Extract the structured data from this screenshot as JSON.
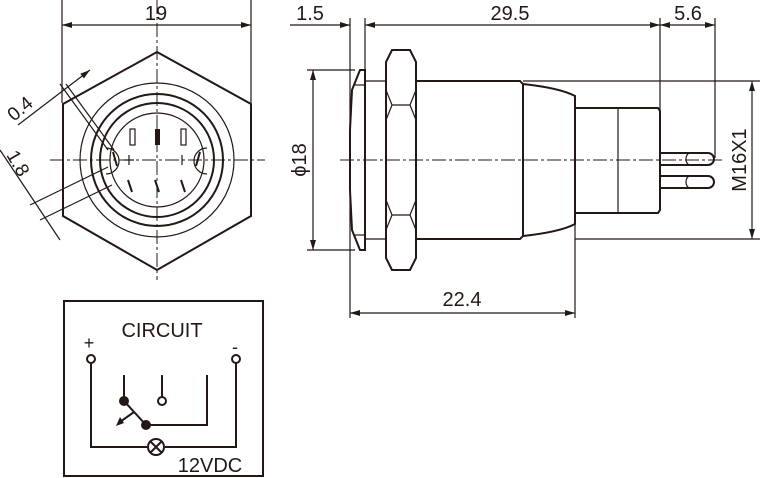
{
  "dimensions": {
    "front_width": "19",
    "flange_thickness": "1.5",
    "body_length": "29.5",
    "pin_length": "5.6",
    "pin_gap": "0.4",
    "ring_width": "1.8",
    "diameter": "ϕ18",
    "thread": "M16X1",
    "panel_length": "22.4"
  },
  "circuit": {
    "title": "CIRCUIT",
    "plus": "+",
    "minus": "-",
    "lamp_voltage": "12VDC"
  },
  "colors": {
    "line": "#231815"
  }
}
